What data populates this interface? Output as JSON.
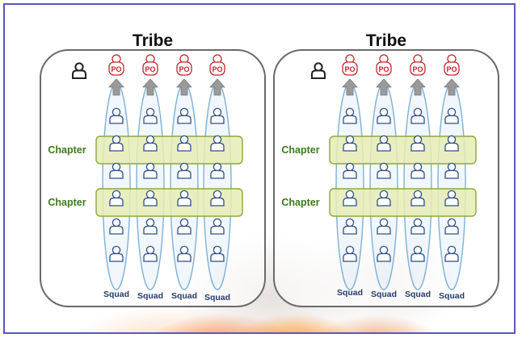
{
  "tribes": [
    {
      "title": "Tribe",
      "po_label": "PO",
      "chapters": [
        "Chapter",
        "Chapter"
      ],
      "squads": [
        "Squad",
        "Squad",
        "Squad",
        "Squad"
      ]
    },
    {
      "title": "Tribe",
      "po_label": "PO",
      "chapters": [
        "Chapter",
        "Chapter"
      ],
      "squads": [
        "Squad",
        "Squad",
        "Squad",
        "Squad"
      ]
    }
  ],
  "colors": {
    "frame_border": "#5a58b8",
    "squad_ellipse": "#7fb0d6",
    "chapter_fill": "#e6ecb4",
    "chapter_border": "#8aa83c",
    "chapter_text": "#3b7a1b",
    "po_red": "#c0272d",
    "member_blue": "#2f4f86",
    "squad_text": "#243a6e"
  }
}
